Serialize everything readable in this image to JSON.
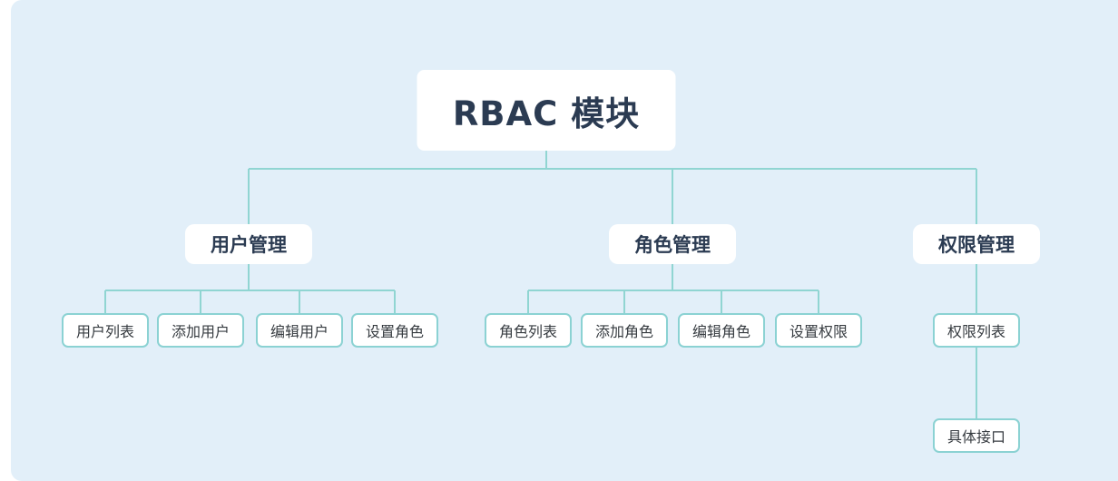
{
  "diagram": {
    "root": {
      "label": "RBAC 模块"
    },
    "branches": [
      {
        "label": "用户管理",
        "children": [
          {
            "label": "用户列表"
          },
          {
            "label": "添加用户"
          },
          {
            "label": "编辑用户"
          },
          {
            "label": "设置角色"
          }
        ]
      },
      {
        "label": "角色管理",
        "children": [
          {
            "label": "角色列表"
          },
          {
            "label": "添加角色"
          },
          {
            "label": "编辑角色"
          },
          {
            "label": "设置权限"
          }
        ]
      },
      {
        "label": "权限管理",
        "children": [
          {
            "label": "权限列表",
            "children": [
              {
                "label": "具体接口"
              }
            ]
          }
        ]
      }
    ],
    "colors": {
      "background": "#e2eff9",
      "connector": "#90d5d2",
      "node_fill": "#ffffff",
      "leaf_border": "#8bd2d3",
      "title_text": "#2b3b52",
      "leaf_text": "#363b40"
    }
  }
}
